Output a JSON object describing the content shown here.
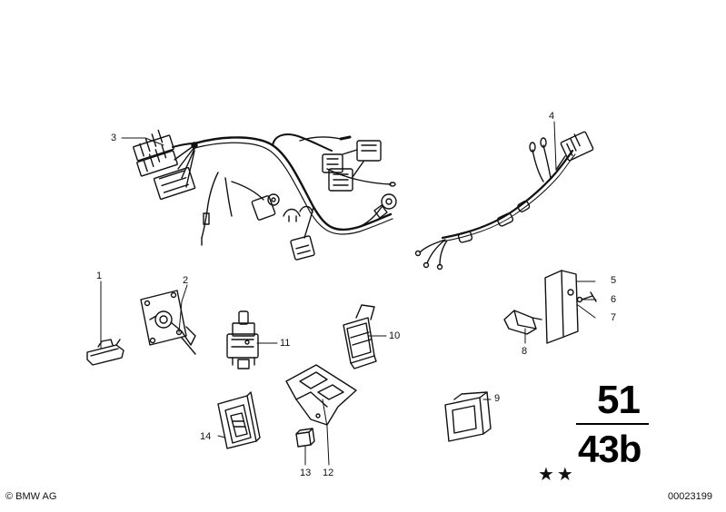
{
  "diagram": {
    "callouts": [
      {
        "id": "1",
        "label": "1"
      },
      {
        "id": "2",
        "label": "2"
      },
      {
        "id": "3",
        "label": "3"
      },
      {
        "id": "4",
        "label": "4"
      },
      {
        "id": "5",
        "label": "5"
      },
      {
        "id": "6",
        "label": "6"
      },
      {
        "id": "7",
        "label": "7"
      },
      {
        "id": "8",
        "label": "8"
      },
      {
        "id": "9",
        "label": "9"
      },
      {
        "id": "10",
        "label": "10"
      },
      {
        "id": "11",
        "label": "11"
      },
      {
        "id": "12",
        "label": "12"
      },
      {
        "id": "13",
        "label": "13"
      },
      {
        "id": "14",
        "label": "14"
      }
    ],
    "group_number_top": "51",
    "group_number_bottom": "43b",
    "stars": "★★",
    "copyright": "© BMW AG",
    "document_id": "00023199"
  }
}
